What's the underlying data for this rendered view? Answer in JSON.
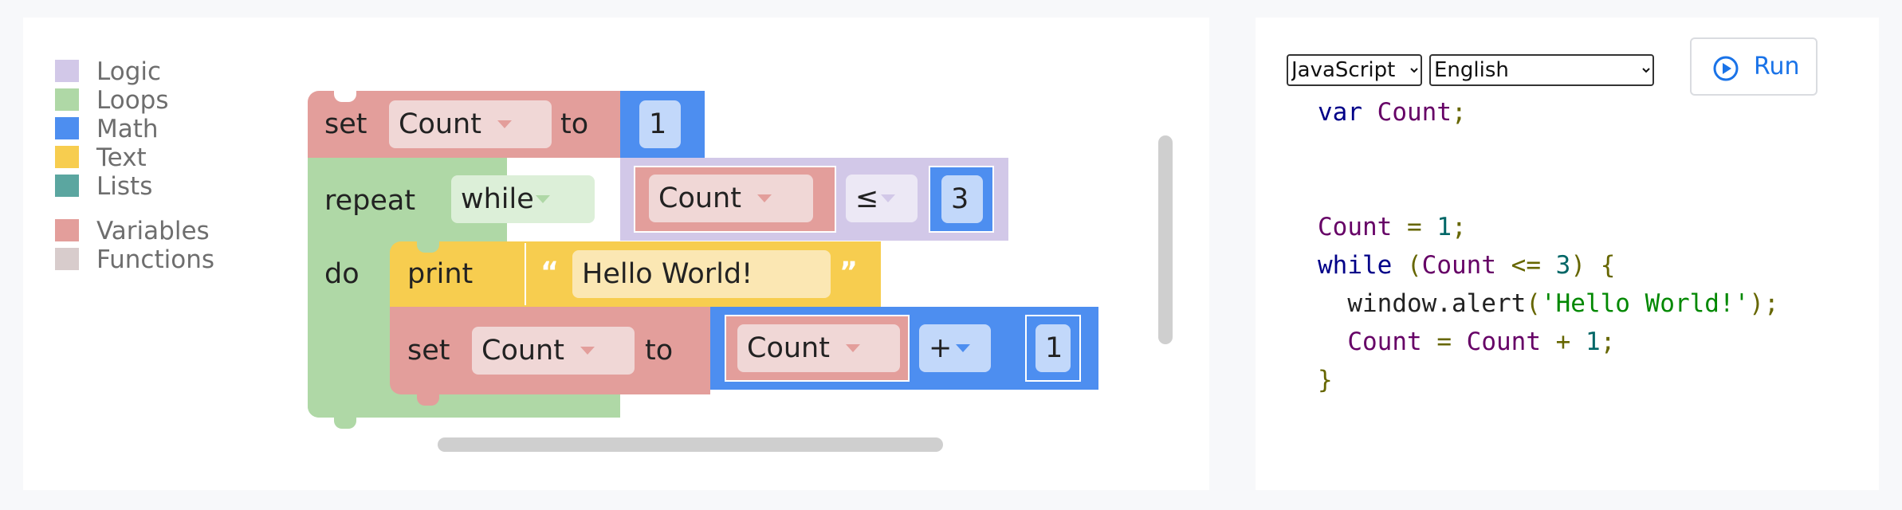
{
  "toolbox": {
    "categories": [
      {
        "label": "Logic",
        "color": "#d2c8e8"
      },
      {
        "label": "Loops",
        "color": "#afd8a6"
      },
      {
        "label": "Math",
        "color": "#4d8ef0"
      },
      {
        "label": "Text",
        "color": "#f7cd4f"
      },
      {
        "label": "Lists",
        "color": "#5ba6a0"
      },
      {
        "label": "Variables",
        "color": "#e39e9b"
      },
      {
        "label": "Functions",
        "color": "#d8cccc"
      }
    ]
  },
  "blocks": {
    "set1": {
      "kw": "set",
      "var": "Count",
      "to": "to",
      "value": "1"
    },
    "repeat": {
      "kw": "repeat",
      "mode": "while",
      "do": "do",
      "var": "Count",
      "op": "≤",
      "value": "3"
    },
    "print": {
      "kw": "print",
      "open_quote": "“",
      "text": "Hello World!",
      "close_quote": "”"
    },
    "set2": {
      "kw": "set",
      "var": "Count",
      "to": "to",
      "expr_var": "Count",
      "op": "+",
      "value": "1"
    }
  },
  "code_panel": {
    "language": "JavaScript",
    "locale": "English",
    "run_label": "Run",
    "code_lines": [
      "var Count;",
      "",
      "",
      "Count = 1;",
      "while (Count <= 3) {",
      "  window.alert('Hello World!');",
      "  Count = Count + 1;",
      "}"
    ]
  },
  "colors": {
    "logic": "#d2c8e8",
    "loops": "#afd8a6",
    "math": "#4d8ef0",
    "text": "#f7cd4f",
    "lists": "#5ba6a0",
    "variables": "#e39e9b",
    "functions": "#d8cccc",
    "accent": "#1a73e8"
  }
}
